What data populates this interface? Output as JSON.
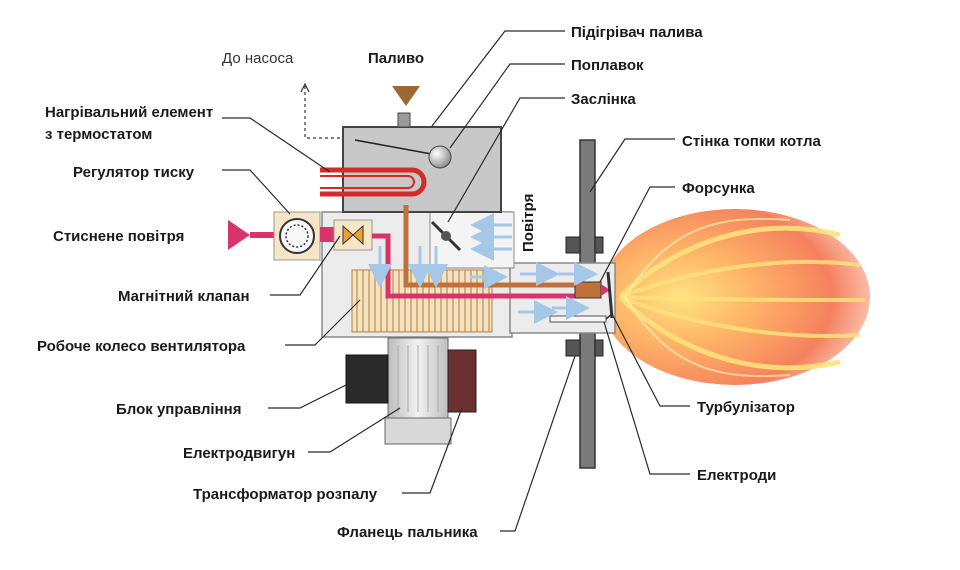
{
  "labels": {
    "to_pump": "До насоса",
    "fuel": "Паливо",
    "fuel_heater": "Підігрівач палива",
    "float": "Поплавок",
    "damper": "Заслінка",
    "heating_element_1": "Нагрівальний елемент",
    "heating_element_2": "з термостатом",
    "pressure_regulator": "Регулятор тиску",
    "compressed_air": "Стиснене повітря",
    "air": "Повітря",
    "boiler_wall": "Стінка топки котла",
    "nozzle": "Форсунка",
    "solenoid_valve": "Магнітний клапан",
    "fan_impeller": "Робоче колесо вентилятора",
    "control_unit": "Блок управління",
    "turbulator": "Турбулізатор",
    "motor": "Електродвигун",
    "electrodes": "Електроди",
    "ignition_transformer": "Трансформатор розпалу",
    "burner_flange": "Фланець пальника"
  },
  "colors": {
    "housing": "#ececec",
    "tank": "#c8c8c8",
    "fuel_line": "#c0703a",
    "air_line": "#d8336b",
    "valve": "#f0a030",
    "heater_coil": "#d42a2a",
    "wall": "#7a7a7a",
    "control_unit": "#2a2a2a",
    "transformer": "#6b3030",
    "fuel_funnel": "#9a6830",
    "air_arrow": "#a6c8e8",
    "flame_outer": "#f49a6a",
    "flame_inner": "#ffd24a"
  }
}
